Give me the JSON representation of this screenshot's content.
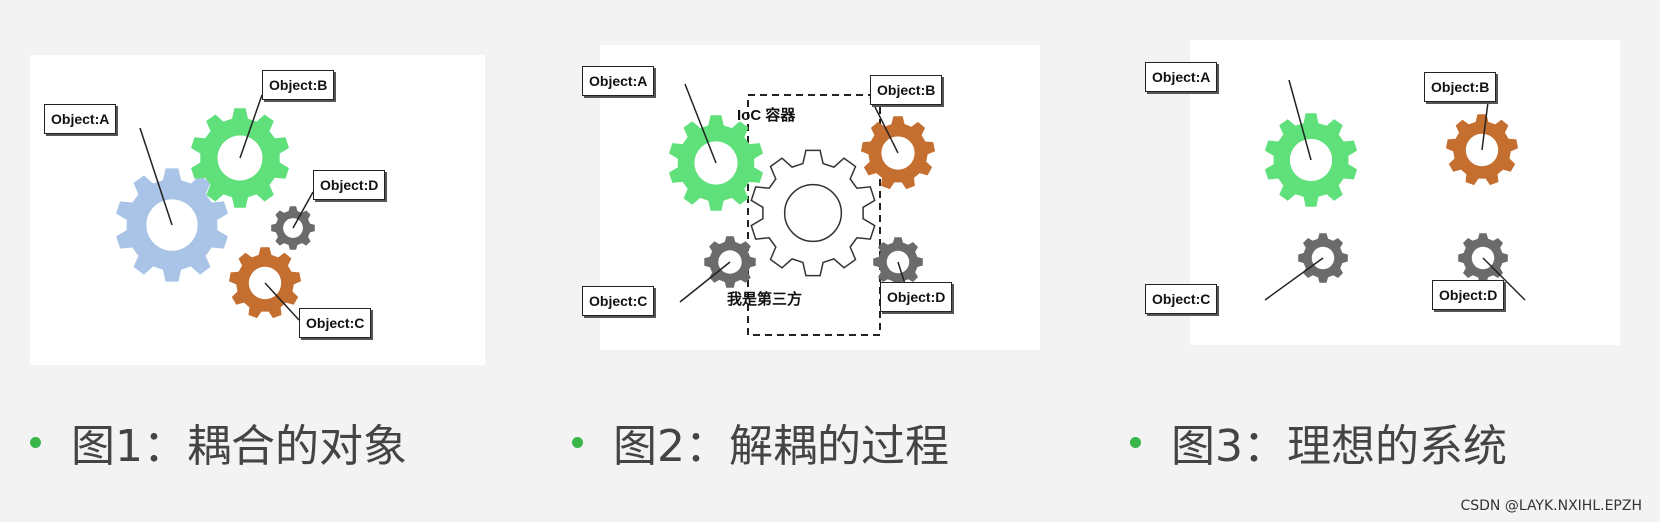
{
  "panel1": {
    "labels": {
      "a": "Object:A",
      "b": "Object:B",
      "c": "Object:C",
      "d": "Object:D"
    },
    "caption": "图1：耦合的对象"
  },
  "panel2": {
    "labels": {
      "a": "Object:A",
      "b": "Object:B",
      "c": "Object:C",
      "d": "Object:D"
    },
    "container_title": "IoC 容器",
    "container_subtitle": "我是第三方",
    "caption": "图2：解耦的过程"
  },
  "panel3": {
    "labels": {
      "a": "Object:A",
      "b": "Object:B",
      "c": "Object:C",
      "d": "Object:D"
    },
    "caption": "图3：理想的系统"
  },
  "watermark": "CSDN @LAYK.NXIHL.EPZH",
  "colors": {
    "gear_blue": "#a9c4e6",
    "gear_green": "#5fe07a",
    "gear_orange": "#c46e30",
    "gear_gray": "#6b6b6b",
    "gear_white": "#ffffff",
    "bullet": "#39b54a"
  },
  "icons": [
    "gear-icon",
    "bullet-dot"
  ]
}
